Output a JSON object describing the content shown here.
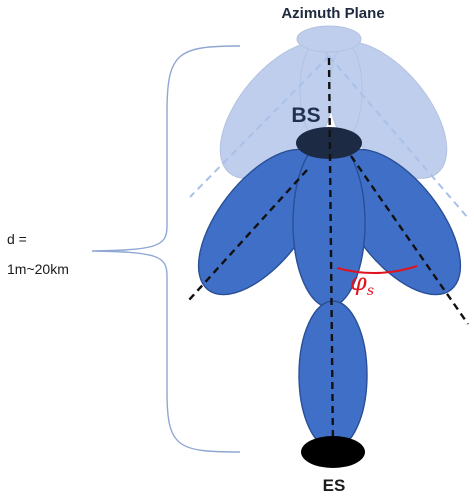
{
  "diagram": {
    "title": "Azimuth Plane",
    "bs_label": "BS",
    "es_label": "ES",
    "distance_line1": "d =",
    "distance_line2": "1m~20km",
    "angle_symbol": "φ",
    "angle_subscript": "s"
  },
  "colors": {
    "beam_dark": "#3f6fc6",
    "beam_dark_stroke": "#2a4f97",
    "beam_light": "#a9bee6",
    "beam_light_stroke": "#8aa4d6",
    "bs_node": "#1c2a44",
    "es_node": "#000000",
    "angle_arc": "#e0141e",
    "brace": "#8fa7d2",
    "dashed_dark": "#111111",
    "dashed_light": "#a9c0ea"
  }
}
